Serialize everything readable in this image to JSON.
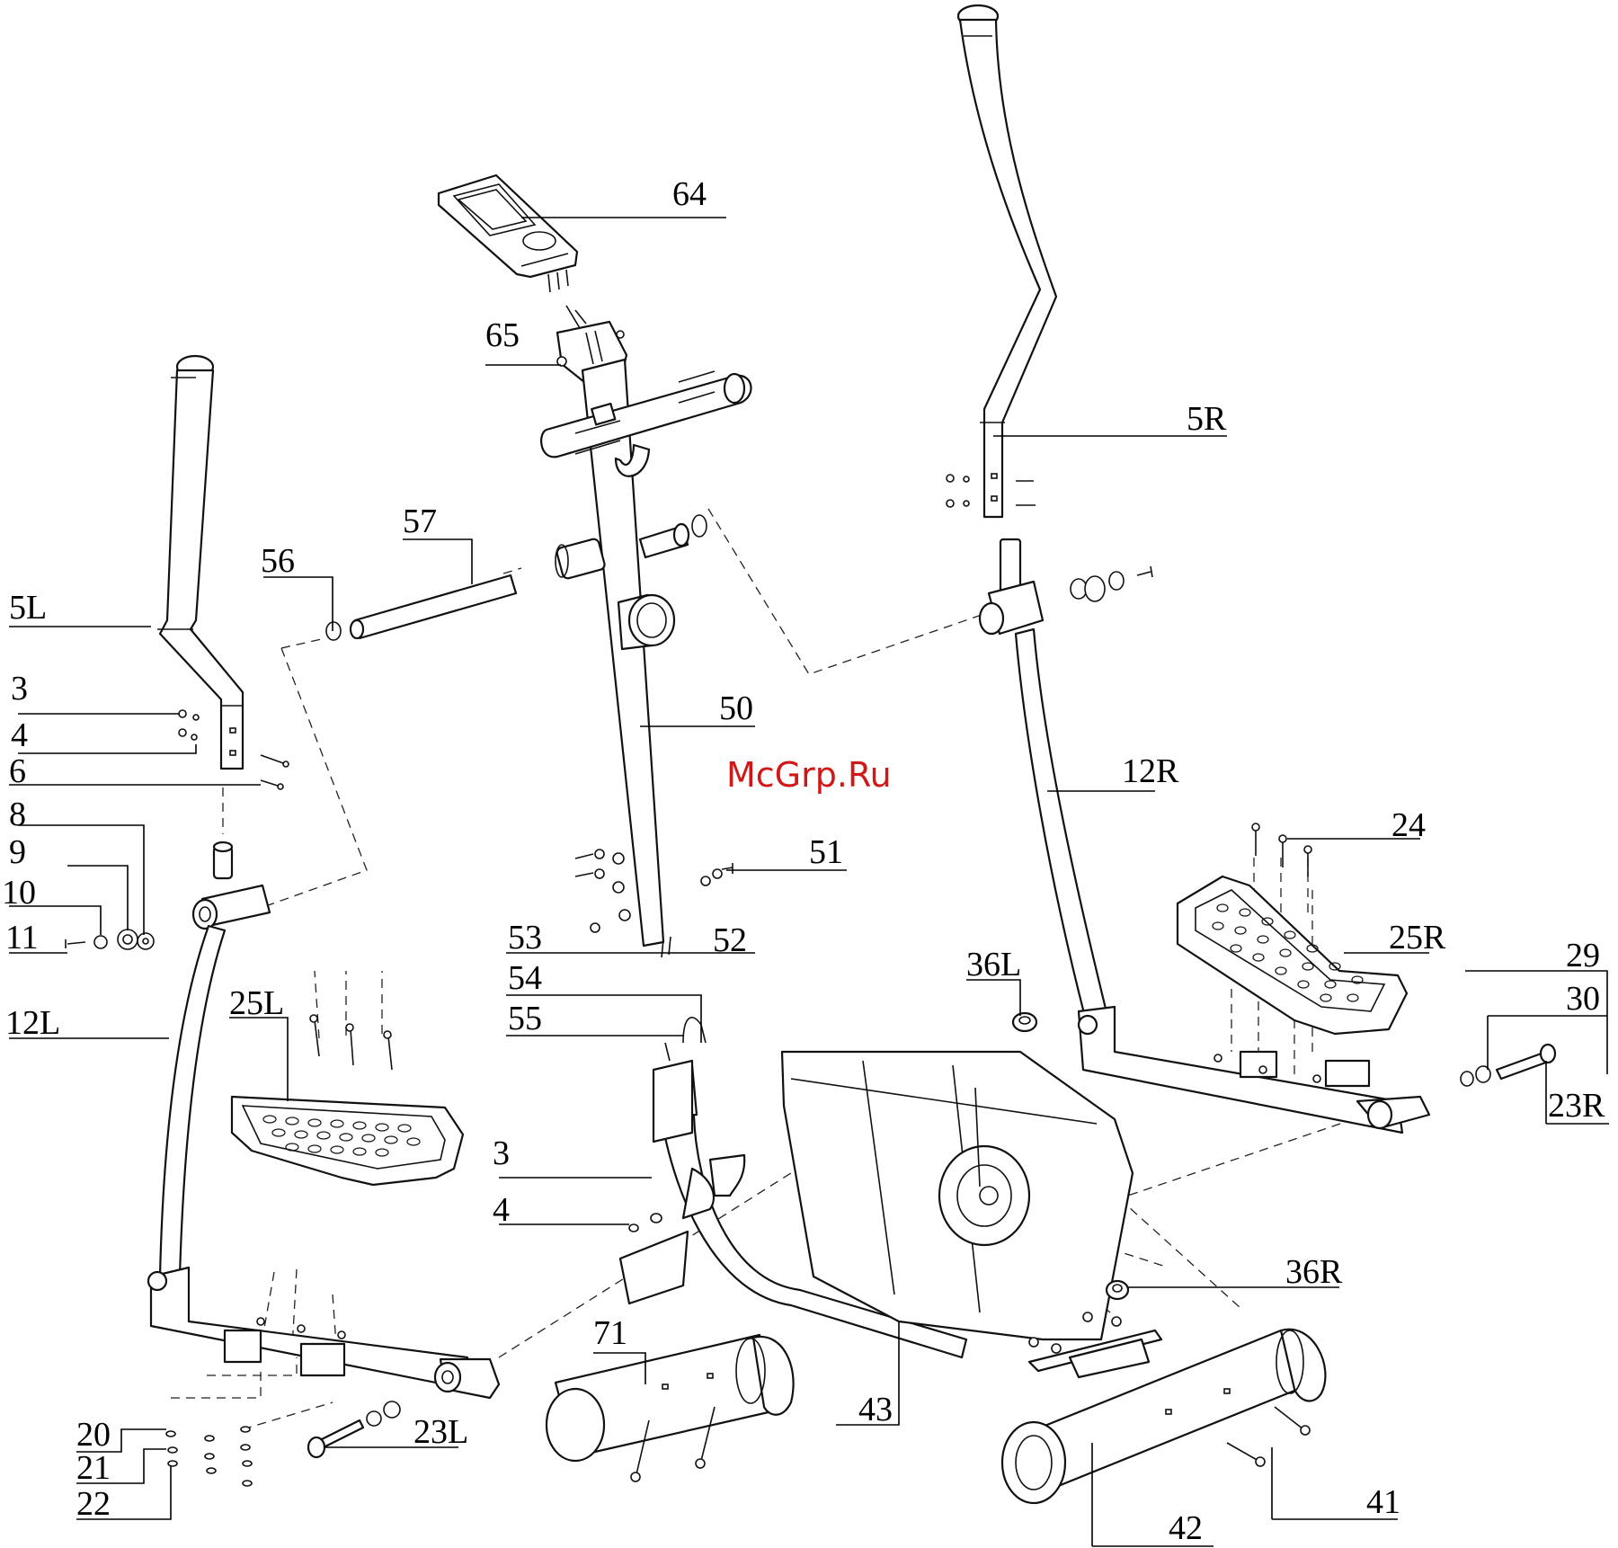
{
  "watermark": "McGrp.Ru",
  "labels": [
    {
      "id": "64",
      "text": "64"
    },
    {
      "id": "65",
      "text": "65"
    },
    {
      "id": "5R",
      "text": "5R"
    },
    {
      "id": "57",
      "text": "57"
    },
    {
      "id": "56",
      "text": "56"
    },
    {
      "id": "5L",
      "text": "5L"
    },
    {
      "id": "3a",
      "text": "3"
    },
    {
      "id": "4a",
      "text": "4"
    },
    {
      "id": "6",
      "text": "6"
    },
    {
      "id": "8",
      "text": "8"
    },
    {
      "id": "9",
      "text": "9"
    },
    {
      "id": "10",
      "text": "10"
    },
    {
      "id": "11",
      "text": "11"
    },
    {
      "id": "12L",
      "text": "12L"
    },
    {
      "id": "50",
      "text": "50"
    },
    {
      "id": "12R",
      "text": "12R"
    },
    {
      "id": "51",
      "text": "51"
    },
    {
      "id": "24",
      "text": "24"
    },
    {
      "id": "53",
      "text": "53"
    },
    {
      "id": "52",
      "text": "52"
    },
    {
      "id": "54",
      "text": "54"
    },
    {
      "id": "55",
      "text": "55"
    },
    {
      "id": "25L",
      "text": "25L"
    },
    {
      "id": "36L",
      "text": "36L"
    },
    {
      "id": "25R",
      "text": "25R"
    },
    {
      "id": "29",
      "text": "29"
    },
    {
      "id": "30",
      "text": "30"
    },
    {
      "id": "23R",
      "text": "23R"
    },
    {
      "id": "3b",
      "text": "3"
    },
    {
      "id": "4b",
      "text": "4"
    },
    {
      "id": "36R",
      "text": "36R"
    },
    {
      "id": "71",
      "text": "71"
    },
    {
      "id": "43",
      "text": "43"
    },
    {
      "id": "20",
      "text": "20"
    },
    {
      "id": "21",
      "text": "21"
    },
    {
      "id": "22",
      "text": "22"
    },
    {
      "id": "23L",
      "text": "23L"
    },
    {
      "id": "41",
      "text": "41"
    },
    {
      "id": "42",
      "text": "42"
    }
  ]
}
